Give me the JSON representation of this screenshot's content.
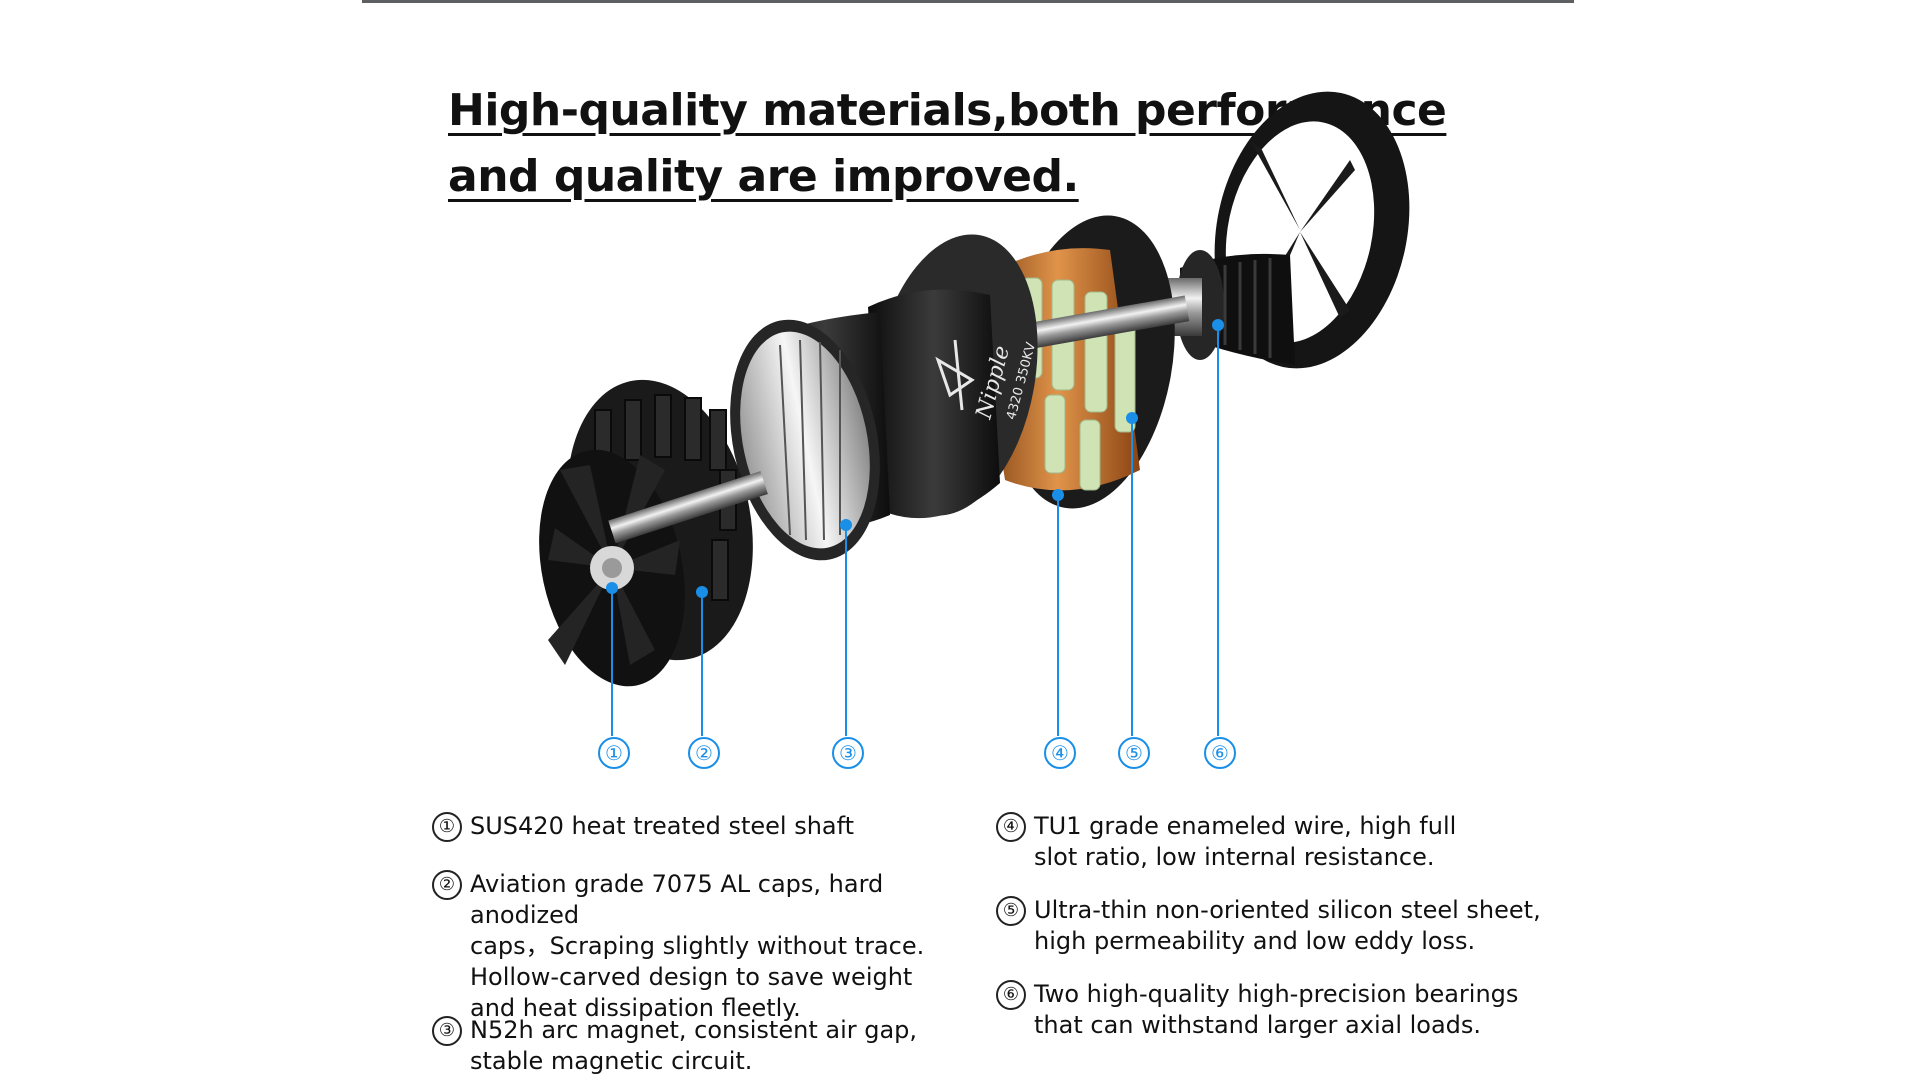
{
  "headline": {
    "line1": "High-quality materials,both performance ",
    "line2": "and quality are improved."
  },
  "product_label": {
    "brand": "Nipple",
    "model": "4320 350KV"
  },
  "callouts": [
    "①",
    "②",
    "③",
    "④",
    "⑤",
    "⑥"
  ],
  "features": [
    {
      "num": "①",
      "text": "SUS420 heat treated steel shaft"
    },
    {
      "num": "②",
      "text": "Aviation grade 7075 AL caps, hard anodized\ncaps，Scraping slightly without trace.\nHollow-carved design to save weight\nand heat dissipation fleetly."
    },
    {
      "num": "③",
      "text": "N52h arc magnet, consistent air gap,\nstable magnetic circuit."
    },
    {
      "num": "④",
      "text": "TU1 grade enameled wire, high full\nslot ratio, low internal resistance."
    },
    {
      "num": "⑤",
      "text": "Ultra-thin non-oriented silicon steel sheet,\nhigh permeability and low eddy loss."
    },
    {
      "num": "⑥",
      "text": "Two high-quality high-precision bearings\nthat can withstand larger axial loads."
    }
  ],
  "colors": {
    "accent_blue": "#1a8fe8",
    "copper": "#c8752a",
    "stator_green": "#cfe3b4",
    "black_metal": "#1b1b1b"
  }
}
